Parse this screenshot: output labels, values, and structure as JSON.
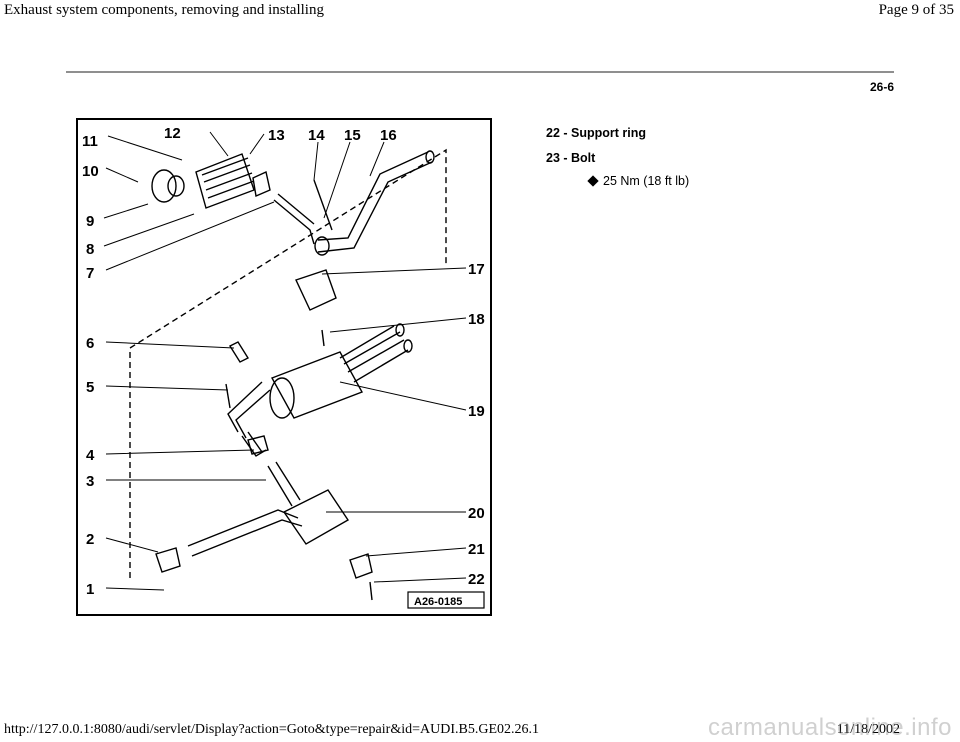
{
  "header": {
    "title": "Exhaust system components, removing and installing",
    "page_indicator": "Page 9 of 35"
  },
  "page_code": "26-6",
  "figure": {
    "ref_label": "A26-0185",
    "callouts": [
      "1",
      "2",
      "3",
      "4",
      "5",
      "6",
      "7",
      "8",
      "9",
      "10",
      "11",
      "12",
      "13",
      "14",
      "15",
      "16",
      "17",
      "18",
      "19",
      "20",
      "21",
      "22"
    ]
  },
  "legend": {
    "items": [
      {
        "label": "22 - Support ring"
      },
      {
        "label": "23 - Bolt",
        "sub": "25 Nm (18 ft lb)"
      }
    ]
  },
  "footer": {
    "url": "http://127.0.0.1:8080/audi/servlet/Display?action=Goto&type=repair&id=AUDI.B5.GE02.26.1",
    "date": "11/18/2002",
    "watermark": "carmanualsonline.info"
  }
}
